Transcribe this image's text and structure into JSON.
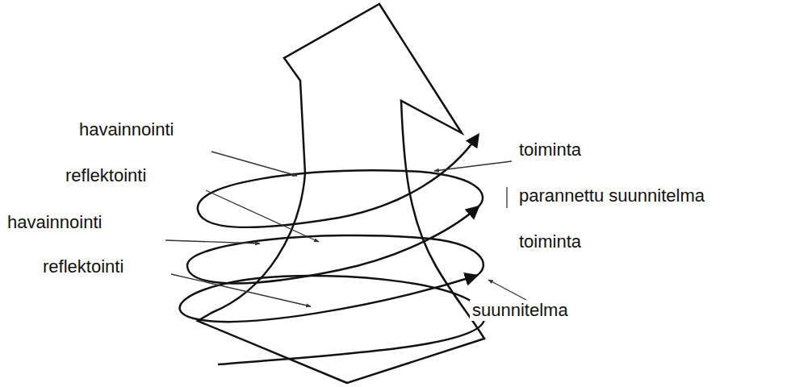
{
  "diagram": {
    "labels": [
      "havainnointi",
      "reflektointi",
      "havainnointi",
      "reflektointi",
      "toiminta",
      "parannettu suunnitelma",
      "toiminta",
      "suunnitelma"
    ]
  }
}
